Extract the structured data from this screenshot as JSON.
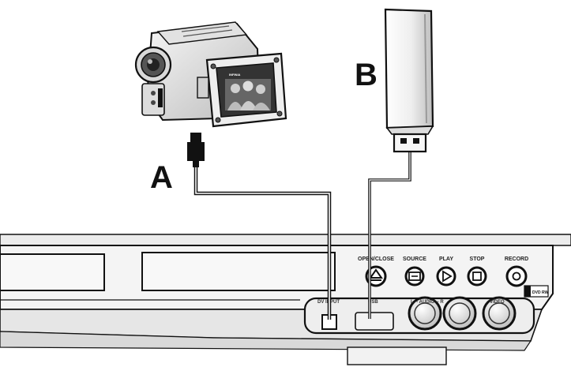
{
  "callouts": {
    "a": "A",
    "b": "B"
  },
  "camera": {
    "screen_text": "INFINIA"
  },
  "front_panel": {
    "buttons": [
      {
        "label": "OPEN/CLOSE",
        "icon": "eject-icon"
      },
      {
        "label": "SOURCE",
        "icon": "source-icon"
      },
      {
        "label": "PLAY",
        "icon": "play-icon"
      },
      {
        "label": "STOP",
        "icon": "stop-icon"
      },
      {
        "label": "RECORD",
        "icon": "record-icon"
      }
    ],
    "port_labels": {
      "dv": "DV INPUT",
      "usb": "USB",
      "audio": "L -- AUDIO -- R",
      "video": "VIDEO"
    },
    "badge": "DVD RW"
  },
  "colors": {
    "ink": "#111111",
    "panel": "#f4f4f4",
    "panel_dark": "#d6d6d6",
    "screen": "#333333"
  }
}
